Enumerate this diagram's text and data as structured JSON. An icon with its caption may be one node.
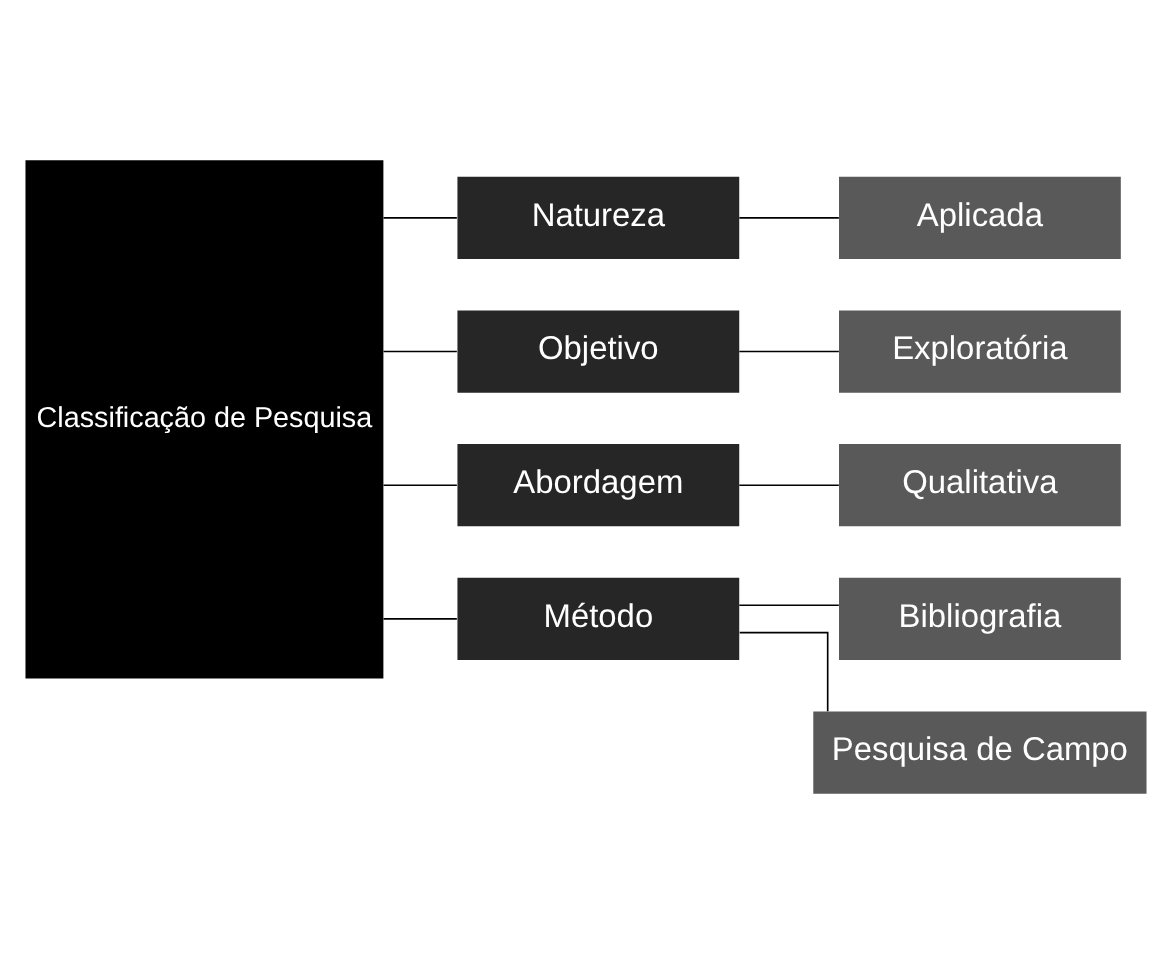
{
  "diagram": {
    "nodes": [
      {
        "text": [
          "Classificação de Pesquisa"
        ]
      },
      {
        "text": [
          "Natureza"
        ]
      },
      {
        "text": [
          "Objetivo"
        ]
      },
      {
        "text": [
          "Abordagem"
        ]
      },
      {
        "text": [
          "Método"
        ]
      },
      {
        "text": [
          "Aplicada"
        ]
      },
      {
        "text": [
          "Exploratória"
        ]
      },
      {
        "text": [
          "Qualitativa"
        ]
      },
      {
        "text": [
          "Bibliografia"
        ]
      },
      {
        "text": [
          "Pesquisa de Campo"
        ]
      }
    ],
    "edges": [
      {
        "from": 0,
        "to": 1,
        "arrow": "none"
      },
      {
        "from": 0,
        "to": 2,
        "arrow": "none"
      },
      {
        "from": 0,
        "to": 3,
        "arrow": "none"
      },
      {
        "from": 0,
        "to": 4,
        "arrow": "none"
      },
      {
        "from": 1,
        "to": 5,
        "arrow": "none"
      },
      {
        "from": 2,
        "to": 6,
        "arrow": "none"
      },
      {
        "from": 3,
        "to": 7,
        "arrow": "none"
      },
      {
        "from": 4,
        "to": 8,
        "arrow": "none"
      },
      {
        "from": 4,
        "to": 9,
        "arrow": "none"
      }
    ]
  }
}
